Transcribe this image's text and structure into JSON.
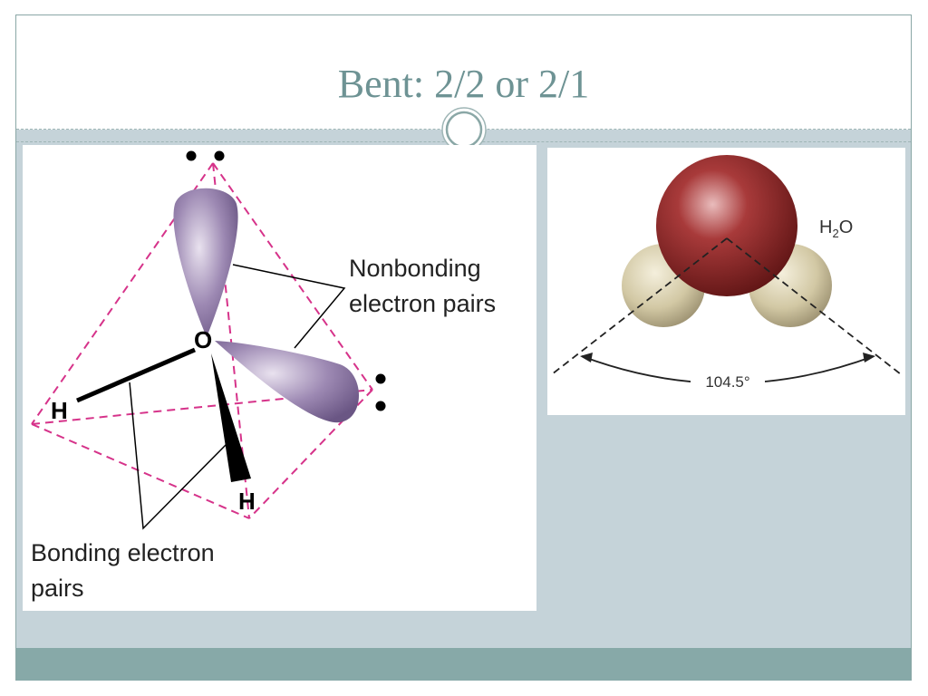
{
  "slide": {
    "title": "Bent: 2/2  or 2/1"
  },
  "left_diagram": {
    "atom_center": "O",
    "atom_h1": "H",
    "atom_h2": "H",
    "label_nonbonding_line1": "Nonbonding",
    "label_nonbonding_line2": "electron pairs",
    "label_bonding_line1": "Bonding electron",
    "label_bonding_line2": "pairs"
  },
  "right_diagram": {
    "formula_main": "H",
    "formula_sub": "2",
    "formula_end": "O",
    "angle_label": "104.5°"
  },
  "colors": {
    "title": "#6e9394",
    "background": "#c5d3d9",
    "bottom_bar": "#87a9a8",
    "lobe": "#8e7aa6",
    "tetrahedron": "#d6338a",
    "oxygen": "#8f2a2a",
    "hydrogen": "#d9d1b4"
  }
}
